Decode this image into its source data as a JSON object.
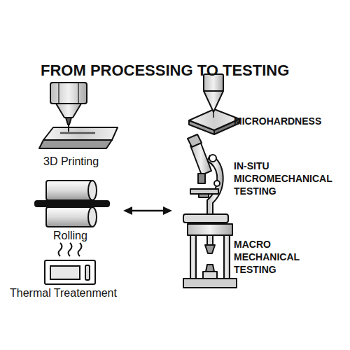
{
  "diagram": {
    "title": "FROM PROCESSING TO TESTING",
    "labels": [
      "3D Printing",
      "Rolling",
      "Thermal Treatenment",
      "MICROHARDNESS",
      "IN-SITU MICROMECHANICAL TESTING",
      "MACRO MECHANICAL TESTING"
    ]
  }
}
